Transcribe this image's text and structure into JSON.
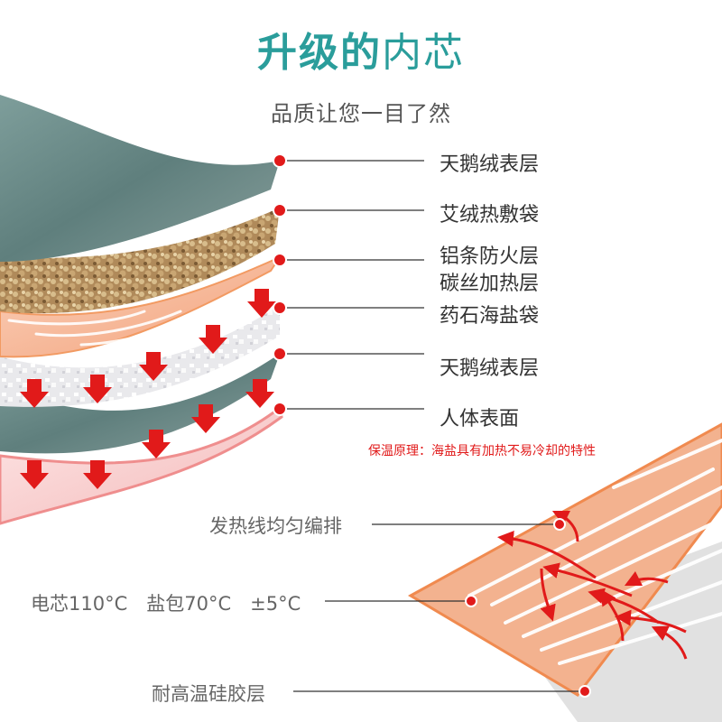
{
  "header": {
    "title_bold": "升级的",
    "title_thin": "内芯",
    "subtitle": "品质让您一目了然"
  },
  "layers": [
    {
      "label": "天鹅绒表层"
    },
    {
      "label": "艾绒热敷袋"
    },
    {
      "label": "铝条防火层"
    },
    {
      "label": "碳丝加热层"
    },
    {
      "label": "药石海盐袋"
    },
    {
      "label": "天鹅绒表层"
    },
    {
      "label": "人体表面"
    }
  ],
  "principle": "保温原理：海盐具有加热不易冷却的特性",
  "heater_notes": [
    {
      "label": "发热线均匀编排"
    },
    {
      "label": "电芯110°C　盐包70°C　±5°C"
    },
    {
      "label": "耐高温硅胶层"
    }
  ],
  "colors": {
    "title": "#2a9d9b",
    "accent_red": "#e11a1a",
    "velvet": "#6f8f8c",
    "heater": "#f4b08f",
    "skin": "#f6c9c9"
  }
}
